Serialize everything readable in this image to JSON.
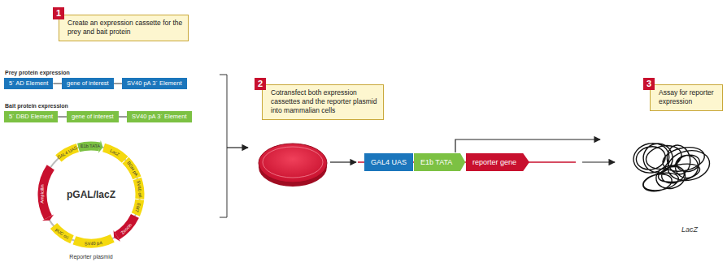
{
  "diagram": {
    "nodes": [
      {
        "text": [
          "Create an expression cassette for the prey and bait protein"
        ]
      },
      {
        "text": [
          "5´ AD Element"
        ]
      },
      {
        "text": [
          "gene of interest"
        ]
      },
      {
        "text": [
          "SV40 pA 3´ Element"
        ]
      },
      {
        "text": [
          "5´ DBD Element"
        ]
      },
      {
        "text": [
          "gene of interest"
        ]
      },
      {
        "text": [
          "SV40 pA 3´ Element"
        ]
      },
      {
        "text": [
          "Cotransfect both expression cassettes and the reporter plasmid into mammalian cells"
        ]
      },
      {
        "text": [
          "GAL4 UAS"
        ]
      },
      {
        "text": [
          "E1b TATA"
        ]
      },
      {
        "text": [
          "reporter gene"
        ]
      },
      {
        "text": [
          "Assay for reporter expression"
        ]
      }
    ],
    "edges": [
      {
        "from": 1,
        "to": 2,
        "arrow": "none"
      },
      {
        "from": 2,
        "to": 3,
        "arrow": "none"
      },
      {
        "from": 4,
        "to": 5,
        "arrow": "none"
      },
      {
        "from": 5,
        "to": 6,
        "arrow": "none"
      }
    ],
    "labels": [
      "1",
      "Prey protein expression",
      "Bait protein expression",
      "GAL4 UAS",
      "E1b TATA",
      "LacZ",
      "BGH pA",
      "SV40 ori",
      "EM7",
      "Zeocin",
      "SV40 pA",
      "pUC ori",
      "Ampicillin",
      "pGAL/lacZ",
      "Reporter plasmid",
      "2",
      "3",
      "LacZ"
    ]
  }
}
